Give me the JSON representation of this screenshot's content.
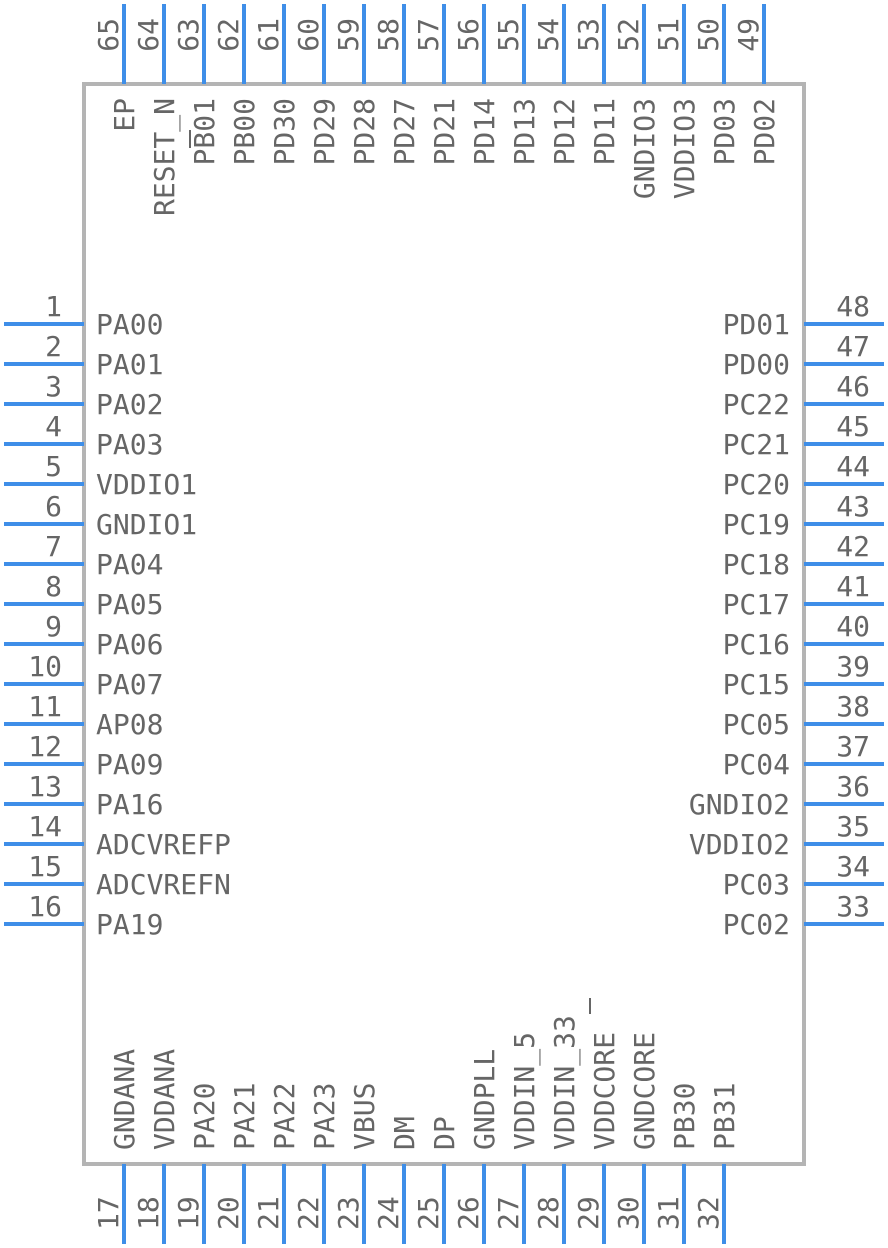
{
  "component": {
    "left_pins": [
      {
        "num": "1",
        "name": "PA00"
      },
      {
        "num": "2",
        "name": "PA01"
      },
      {
        "num": "3",
        "name": "PA02"
      },
      {
        "num": "4",
        "name": "PA03"
      },
      {
        "num": "5",
        "name": "VDDIO1"
      },
      {
        "num": "6",
        "name": "GNDIO1"
      },
      {
        "num": "7",
        "name": "PA04"
      },
      {
        "num": "8",
        "name": "PA05"
      },
      {
        "num": "9",
        "name": "PA06"
      },
      {
        "num": "10",
        "name": "PA07"
      },
      {
        "num": "11",
        "name": "AP08"
      },
      {
        "num": "12",
        "name": "PA09"
      },
      {
        "num": "13",
        "name": "PA16"
      },
      {
        "num": "14",
        "name": "ADCVREFP"
      },
      {
        "num": "15",
        "name": "ADCVREFN"
      },
      {
        "num": "16",
        "name": "PA19"
      }
    ],
    "right_pins": [
      {
        "num": "48",
        "name": "PD01"
      },
      {
        "num": "47",
        "name": "PD00"
      },
      {
        "num": "46",
        "name": "PC22"
      },
      {
        "num": "45",
        "name": "PC21"
      },
      {
        "num": "44",
        "name": "PC20"
      },
      {
        "num": "43",
        "name": "PC19"
      },
      {
        "num": "42",
        "name": "PC18"
      },
      {
        "num": "41",
        "name": "PC17"
      },
      {
        "num": "40",
        "name": "PC16"
      },
      {
        "num": "39",
        "name": "PC15"
      },
      {
        "num": "38",
        "name": "PC05"
      },
      {
        "num": "37",
        "name": "PC04"
      },
      {
        "num": "36",
        "name": "GNDIO2"
      },
      {
        "num": "35",
        "name": "VDDIO2"
      },
      {
        "num": "34",
        "name": "PC03"
      },
      {
        "num": "33",
        "name": "PC02"
      }
    ],
    "bottom_pins": [
      {
        "num": "17",
        "name": "GNDANA"
      },
      {
        "num": "18",
        "name": "VDDANA"
      },
      {
        "num": "19",
        "name": "PA20"
      },
      {
        "num": "20",
        "name": "PA21"
      },
      {
        "num": "21",
        "name": "PA22"
      },
      {
        "num": "22",
        "name": "PA23"
      },
      {
        "num": "23",
        "name": "VBUS"
      },
      {
        "num": "24",
        "name": "DM"
      },
      {
        "num": "25",
        "name": "DP"
      },
      {
        "num": "26",
        "name": "GNDPLL"
      },
      {
        "num": "27",
        "name": "VDDIN_5"
      },
      {
        "num": "28",
        "name": "VDDIN_33"
      },
      {
        "num": "29",
        "name": "VDDCORE"
      },
      {
        "num": "30",
        "name": "GNDCORE"
      },
      {
        "num": "31",
        "name": "PB30"
      },
      {
        "num": "32",
        "name": "PB31"
      }
    ],
    "top_pins": [
      {
        "num": "65",
        "name": "EP"
      },
      {
        "num": "64",
        "name": "RESET_N"
      },
      {
        "num": "63",
        "name": "PB01"
      },
      {
        "num": "62",
        "name": "PB00"
      },
      {
        "num": "61",
        "name": "PD30"
      },
      {
        "num": "60",
        "name": "PD29"
      },
      {
        "num": "59",
        "name": "PD28"
      },
      {
        "num": "58",
        "name": "PD27"
      },
      {
        "num": "57",
        "name": "PD21"
      },
      {
        "num": "56",
        "name": "PD14"
      },
      {
        "num": "55",
        "name": "PD13"
      },
      {
        "num": "54",
        "name": "PD12"
      },
      {
        "num": "53",
        "name": "PD11"
      },
      {
        "num": "52",
        "name": "GNDIO3"
      },
      {
        "num": "51",
        "name": "VDDIO3"
      },
      {
        "num": "50",
        "name": "PD03"
      },
      {
        "num": "49",
        "name": "PD02"
      }
    ],
    "pin_color": "#3e8ee8",
    "body_outline_color": "#b4b4b4",
    "text_color": "#666666"
  }
}
